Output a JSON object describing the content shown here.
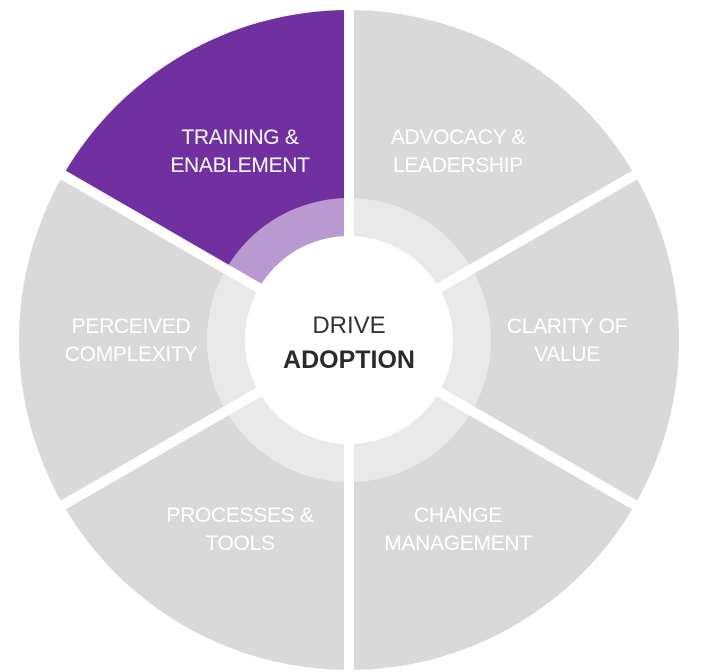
{
  "center": {
    "line1": "DRIVE",
    "line2": "ADOPTION"
  },
  "segments": [
    {
      "lines": [
        "ADVOCACY &",
        "LEADERSHIP"
      ],
      "highlighted": false
    },
    {
      "lines": [
        "CLARITY OF",
        "VALUE"
      ],
      "highlighted": false
    },
    {
      "lines": [
        "CHANGE",
        "MANAGEMENT"
      ],
      "highlighted": false
    },
    {
      "lines": [
        "PROCESSES &",
        "TOOLS"
      ],
      "highlighted": false
    },
    {
      "lines": [
        "PERCEIVED",
        "COMPLEXITY"
      ],
      "highlighted": false
    },
    {
      "lines": [
        "TRAINING &",
        "ENABLEMENT"
      ],
      "highlighted": true
    }
  ],
  "colors": {
    "segment": "#d9d9d9",
    "segment_highlight": "#7030a0",
    "inner_ring": "#e9e9e9",
    "inner_ring_highlight": "#b89ad0",
    "label": "#ffffff",
    "center_fill": "#ffffff",
    "gap": "#ffffff"
  }
}
